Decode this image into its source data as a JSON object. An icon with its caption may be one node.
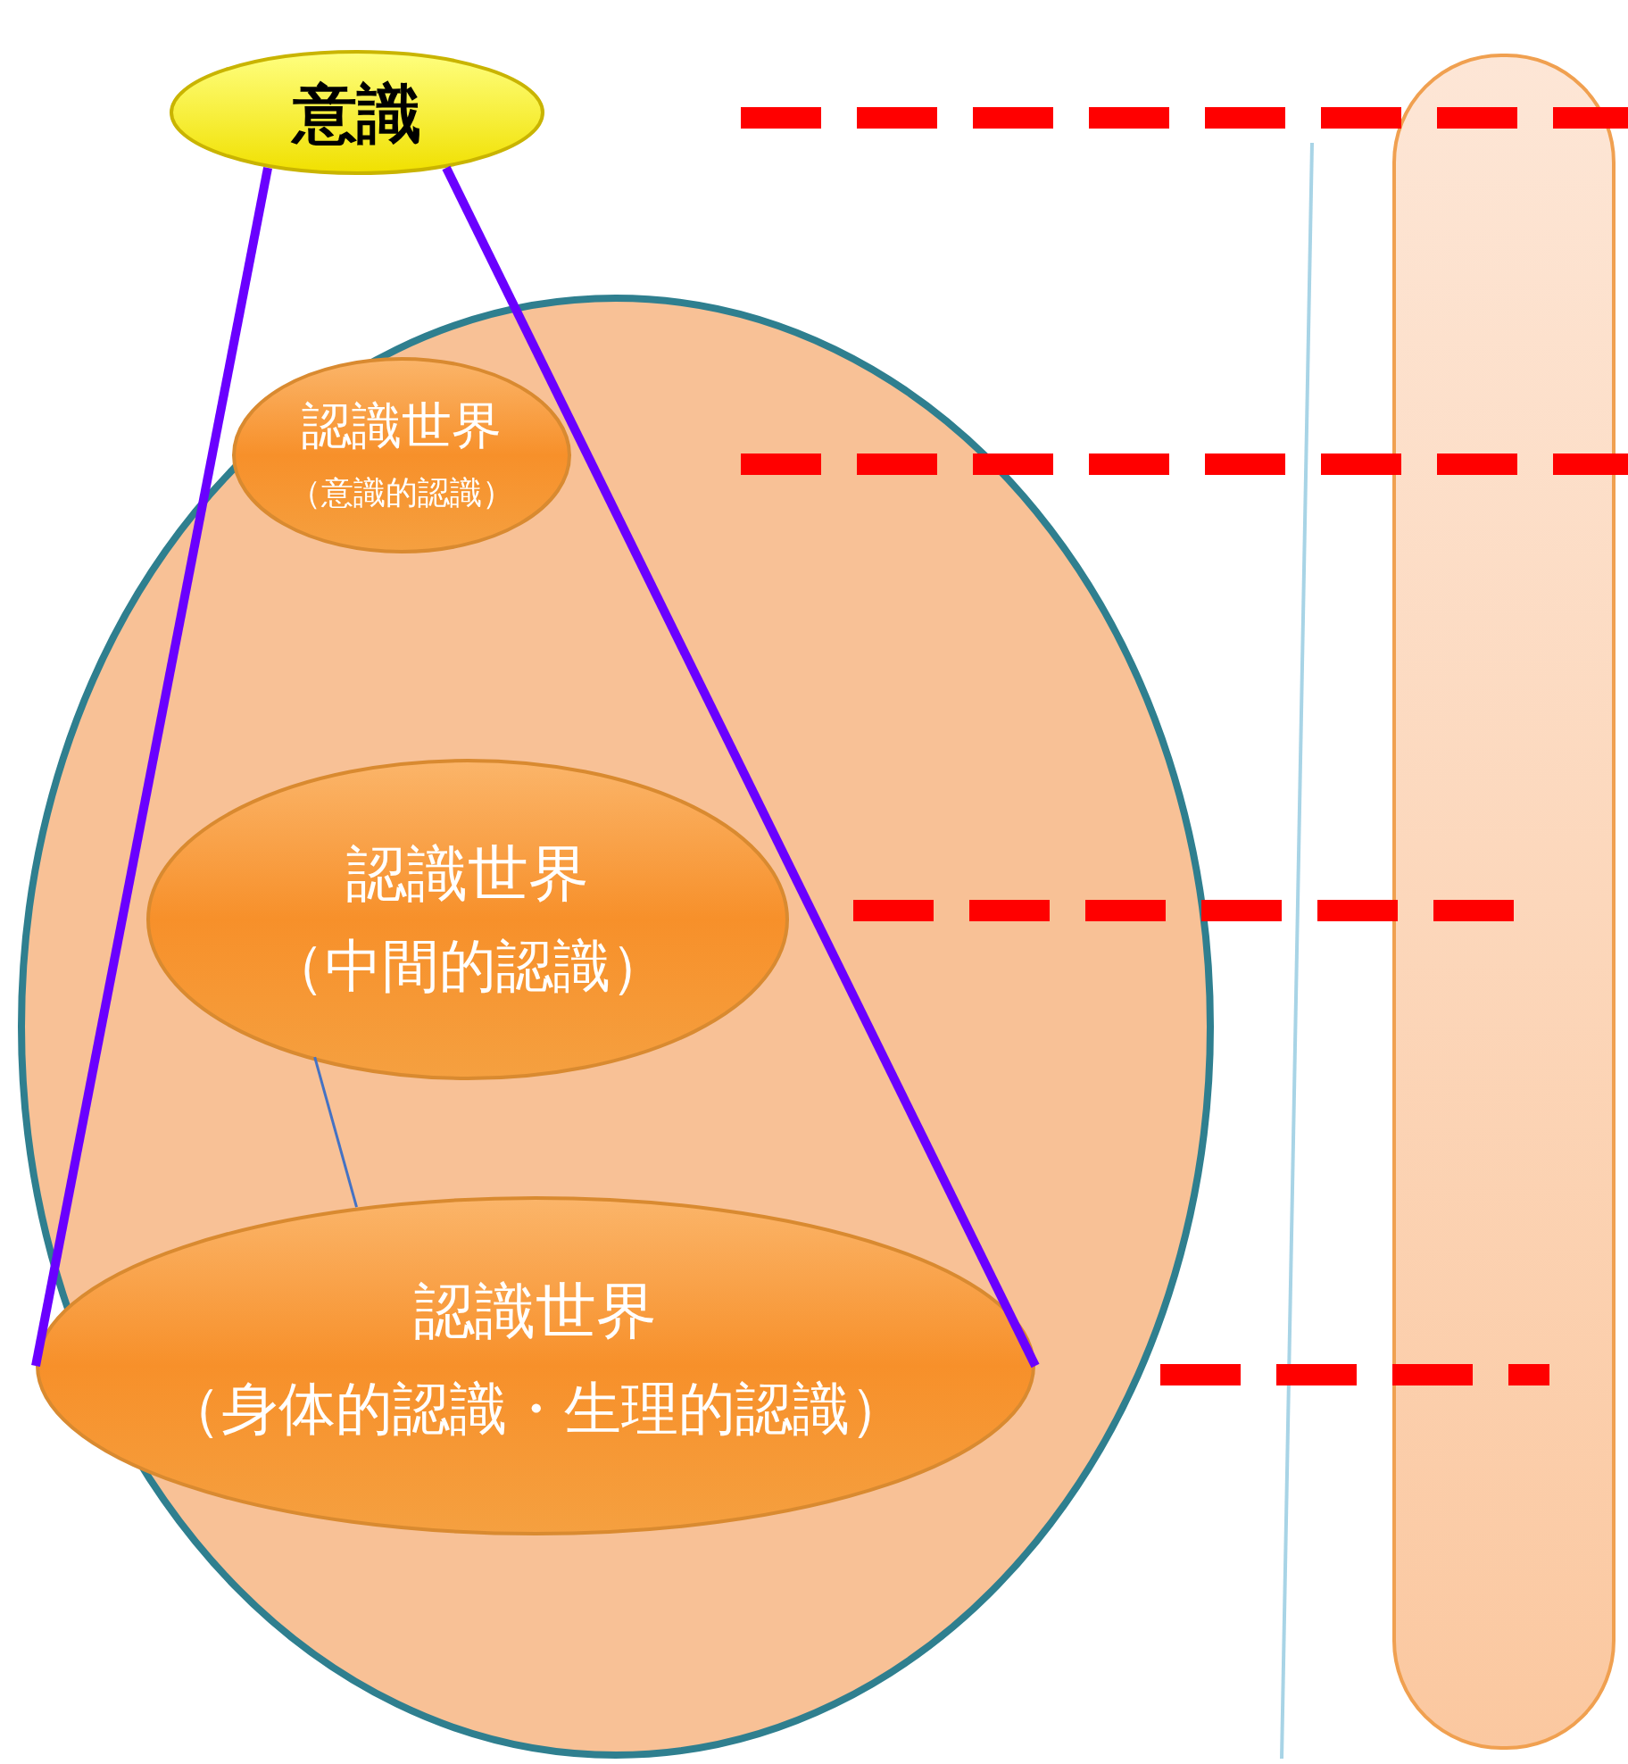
{
  "diagram": {
    "nodes": [
      {
        "text": [
          "意識"
        ]
      },
      {
        "text": [],
        "shape": "ellipse"
      },
      {
        "text": [
          "認識世界",
          "（意識的認識）"
        ],
        "in": 1
      },
      {
        "text": [
          "認識世界",
          "（中間的認識）"
        ],
        "in": 1
      },
      {
        "text": [
          "認識世界",
          "（身体的認識・生理的認識）"
        ],
        "in": 1
      },
      {
        "text": [],
        "shape": "box"
      }
    ],
    "edges": [
      {
        "from": 0,
        "to": 4,
        "arrow": "none"
      },
      {
        "from": 0,
        "to": 4,
        "arrow": "none"
      },
      {
        "from": 3,
        "to": 4,
        "arrow": "none",
        "color": "#4472c4"
      }
    ]
  }
}
